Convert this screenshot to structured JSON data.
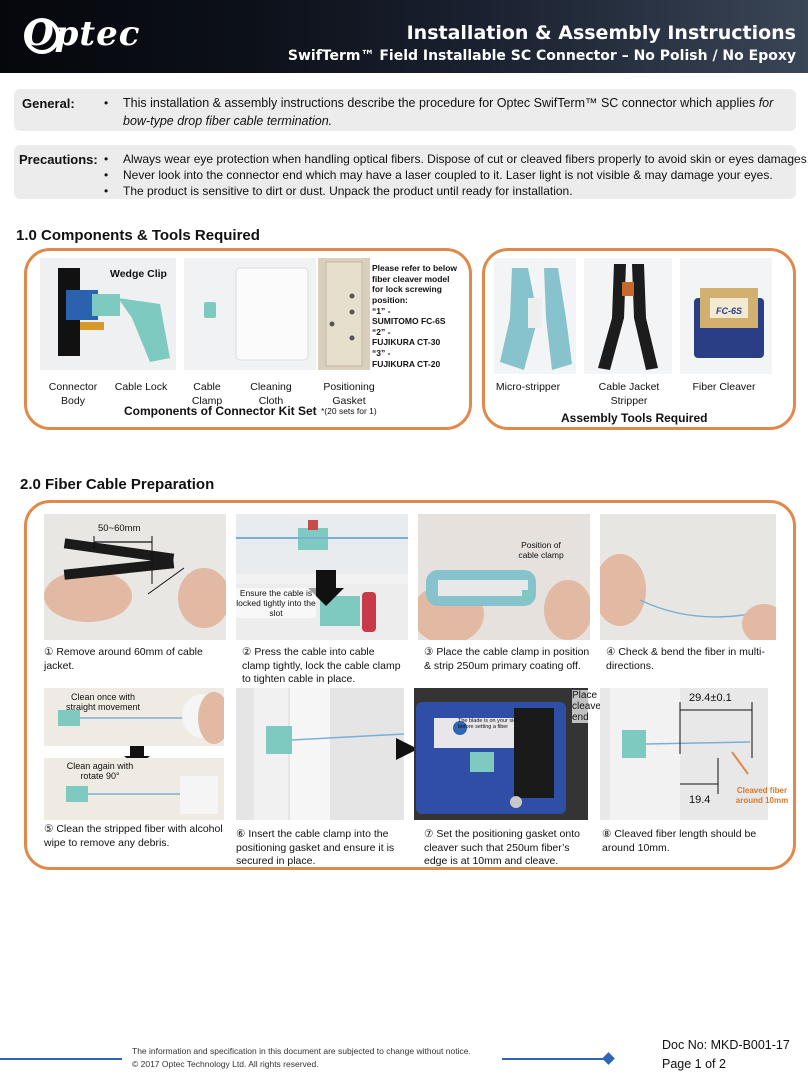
{
  "header": {
    "logo": "Optec",
    "title": "Installation & Assembly Instructions",
    "subtitle": "SwifTerm™ Field Installable SC Connector – No Polish / No Epoxy"
  },
  "general": {
    "label": "General:",
    "text_normal": "This installation & assembly instructions describe the procedure for Optec SwifTerm™ SC connector which applies ",
    "text_italic1": "for",
    "text_italic2": "bow-type drop fiber cable termination."
  },
  "precautions": {
    "label": "Precautions:",
    "items": [
      "Always wear eye protection when handling optical fibers. Dispose of cut or cleaved fibers properly to avoid skin or eyes damages.",
      "Never look into the connector end which may have a laser coupled to it. Laser light is not visible & may damage your eyes.",
      "The product is sensitive to dirt or dust. Unpack the product until ready for installation."
    ]
  },
  "section1": {
    "title": "1.0  Components & Tools Required",
    "wedge_clip": "Wedge Clip",
    "kit_title": "Components of Connector Kit Set",
    "kit_note": "*(20 sets for 1)",
    "tools_title": "Assembly Tools Required",
    "components": [
      {
        "label": "Connector Body"
      },
      {
        "label": "Cable Lock"
      },
      {
        "label": "Cable Clamp"
      },
      {
        "label": "Cleaning Cloth"
      },
      {
        "label": "Positioning Gasket"
      }
    ],
    "cleaver_note": [
      "Please refer to below",
      "fiber cleaver model",
      "for lock screwing",
      "position:",
      "“1”  -",
      "SUMITOMO   FC-6S",
      "“2”  -",
      "FUJIKURA     CT-30",
      "“3”  -",
      "FUJIKURA     CT-20"
    ],
    "tools": [
      {
        "label": "Micro-stripper"
      },
      {
        "label": "Cable Jacket Stripper"
      },
      {
        "label": "Fiber Cleaver"
      }
    ],
    "cleaver_model": "FC-6S"
  },
  "section2": {
    "title": "2.0  Fiber Cable Preparation",
    "steps": [
      {
        "num": "①",
        "text": "Remove around 60mm of cable jacket."
      },
      {
        "num": "②",
        "text": "Press the cable into cable clamp tightly, lock the cable clamp to tighten cable in place."
      },
      {
        "num": "③",
        "text": "Place the cable clamp in position & strip 250um primary coating off."
      },
      {
        "num": "④",
        "text": "Check & bend the fiber in multi-directions."
      },
      {
        "num": "⑤",
        "text": "Clean the stripped fiber with alcohol wipe to remove any debris."
      },
      {
        "num": "⑥",
        "text": "Insert the cable clamp into the positioning gasket and ensure it is secured in place."
      },
      {
        "num": "⑦",
        "text": "Set the positioning gasket onto cleaver such that 250um fiber’s edge is at 10mm and cleave."
      },
      {
        "num": "⑧",
        "text": "Cleaved fiber length should be around 10mm."
      }
    ],
    "annotations": {
      "dim1": "50~60mm",
      "ensure": "Ensure the cable is locked tightly into the slot",
      "position": "Position of cable clamp",
      "clean1": "Clean  once with straight movement",
      "clean2": "Clean again with rotate 90°",
      "place_flat": "Place it flat, cleave from the end",
      "dim2": "29.4±0.1",
      "dim3": "19.4",
      "cleaved": "Cleaved fiber around 10mm",
      "cleaver_warn": "The blade is on your side before setting a fiber"
    }
  },
  "footer": {
    "disclaimer": "The information and specification in this document are subjected to change without notice.",
    "copyright": "© 2017 Optec Technology Ltd. All rights reserved.",
    "doc_no": "Doc No: MKD-B001-17",
    "page": "Page 1 of 2"
  },
  "colors": {
    "accent": "#e0894a",
    "brand_blue": "#2f66b4",
    "header_dark": "#0c1018"
  }
}
